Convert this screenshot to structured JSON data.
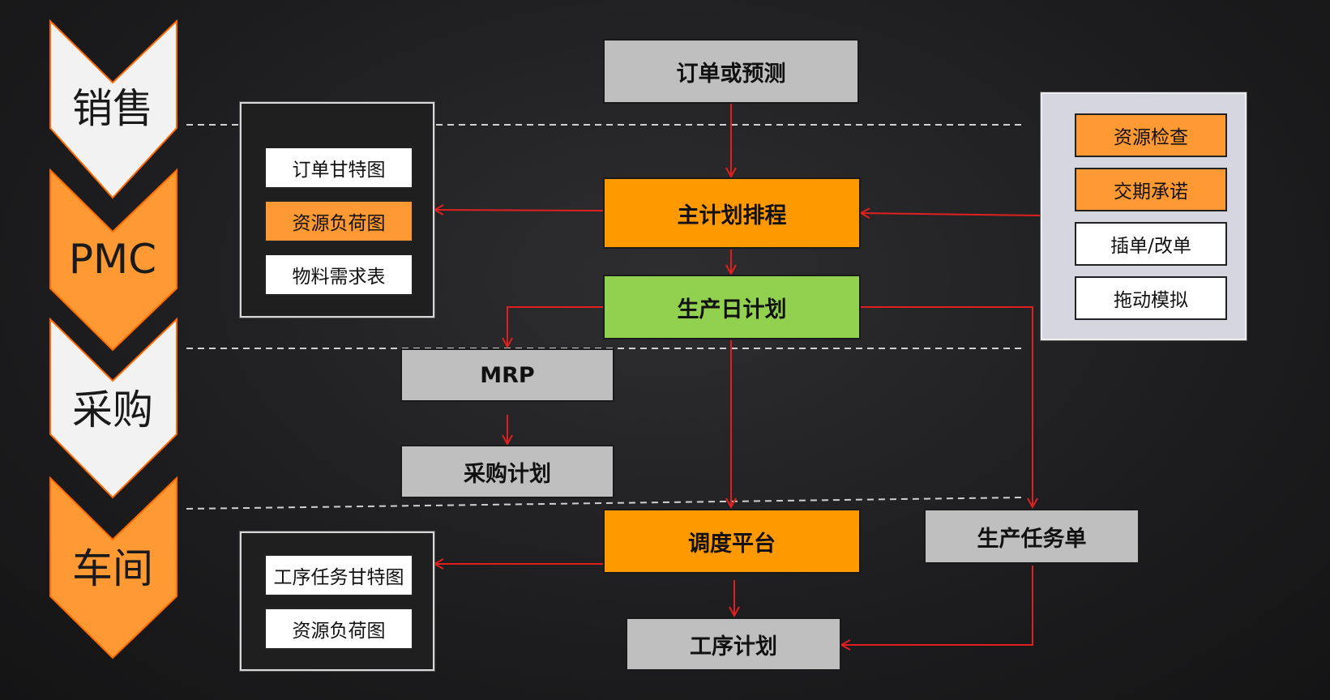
{
  "colors": {
    "orange": "#ff9900",
    "green": "#92d050",
    "gray": "#bfbfbf",
    "arrow": "#e02020",
    "lane_white": "#f2f2f2",
    "lane_orange": "#ff9933"
  },
  "lanes": [
    {
      "label": "销售",
      "style": "white"
    },
    {
      "label": "PMC",
      "style": "orange"
    },
    {
      "label": "采购",
      "style": "white"
    },
    {
      "label": "车间",
      "style": "orange"
    }
  ],
  "nodes": {
    "order": "订单或预测",
    "master_plan": "主计划排程",
    "daily_plan": "生产日计划",
    "mrp": "MRP",
    "purchase_plan": "采购计划",
    "dispatch": "调度平台",
    "task_order": "生产任务单",
    "process_plan": "工序计划"
  },
  "pmc_outputs": [
    "订单甘特图",
    "资源负荷图",
    "物料需求表"
  ],
  "workshop_outputs": [
    "工序任务甘特图",
    "资源负荷图"
  ],
  "tools": [
    "资源检查",
    "交期承诺",
    "插单/改单",
    "拖动模拟"
  ]
}
